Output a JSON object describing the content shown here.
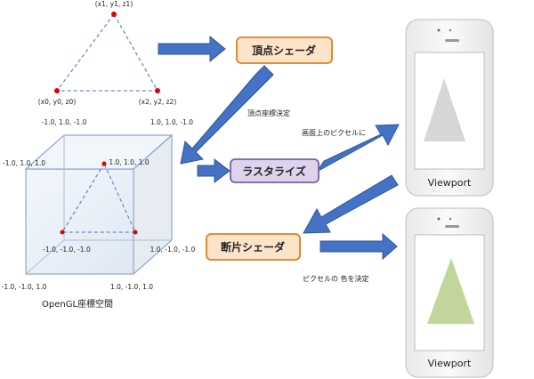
{
  "triangle": {
    "v1": "(x1, y1, z1)",
    "v0": "(x0, y0, z0)",
    "v2": "(x2, y2, z2)"
  },
  "cube": {
    "tl_back": "-1.0, 1.0, -1.0",
    "tr_back": "1.0, 1.0, -1.0",
    "tl_front": "-1.0, 1.0, 1.0",
    "tr_front": "1.0, 1.0, 1.0",
    "br_back": "1.0, -1.0, -1.0",
    "bl_back": "-1.0, -1.0, -1.0",
    "bl_front": "-1.0, -1.0, 1.0",
    "br_front": "1.0, -1.0, 1.0",
    "caption": "OpenGL座標空間"
  },
  "stages": {
    "vertex_shader": "頂点シェーダ",
    "rasterize": "ラスタライズ",
    "fragment_shader": "断片シェーダ"
  },
  "notes": {
    "vertex_coord": "頂点座標決定",
    "to_pixels": "画面上のピクセルに",
    "pixel_color": "ピクセルの 色を決定"
  },
  "phones": {
    "top_label": "Viewport",
    "bottom_label": "Viewport"
  },
  "colors": {
    "vertex_box_fill": "#fde3c8",
    "vertex_box_stroke": "#e2801e",
    "raster_box_fill": "#ddd3ec",
    "raster_box_stroke": "#7b5ea8",
    "arrow": "#4472c4",
    "arrow_stroke": "#2f5597",
    "gray_triangle": "#d6d6d6",
    "green_triangle": "#c2d69b",
    "vertex_dot": "#e00000"
  }
}
